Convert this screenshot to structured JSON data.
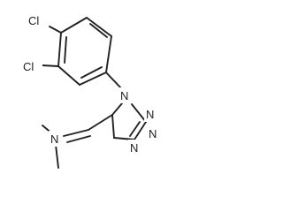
{
  "colors": {
    "bond": "#222222",
    "text": "#222222",
    "background": "#ffffff"
  },
  "atoms": {
    "cl_top": "Cl",
    "cl_mid": "Cl",
    "n1": "N",
    "n2": "N",
    "n3": "N",
    "n4": "N",
    "n_amine": "N"
  }
}
